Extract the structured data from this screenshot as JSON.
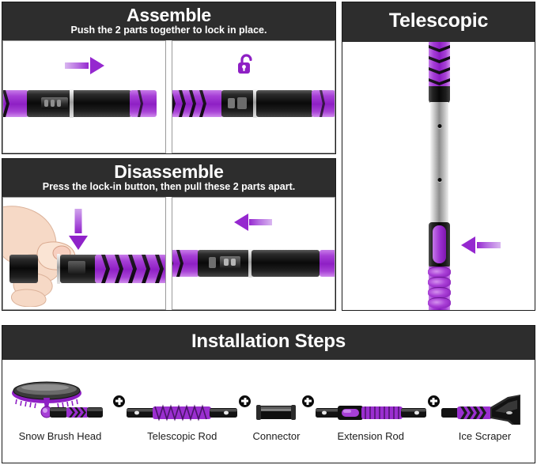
{
  "accent": {
    "purple": "#9528cf",
    "purple_light": "#c478e8",
    "header_bg": "#2d2d2d",
    "text_dark": "#1c1c1c"
  },
  "panels": {
    "assemble": {
      "title": "Assemble",
      "subtitle": "Push the 2 parts together to lock in place.",
      "cell1_icon": "arrow-right-icon",
      "cell2_icon": "unlocked-padlock-icon"
    },
    "disassemble": {
      "title": "Disassemble",
      "subtitle": "Press the lock-in button, then pull these 2 parts apart.",
      "cell1_icon": "arrow-down-icon",
      "cell2_icon": "arrow-left-icon"
    },
    "telescopic": {
      "title": "Telescopic",
      "arrow_icon": "arrow-left-icon"
    },
    "installation": {
      "title": "Installation Steps",
      "separator_icon": "plus-icon",
      "steps": [
        {
          "label": "Snow Brush Head"
        },
        {
          "label": "Telescopic Rod"
        },
        {
          "label": "Connector"
        },
        {
          "label": "Extension Rod"
        },
        {
          "label": "Ice Scraper"
        }
      ]
    }
  }
}
